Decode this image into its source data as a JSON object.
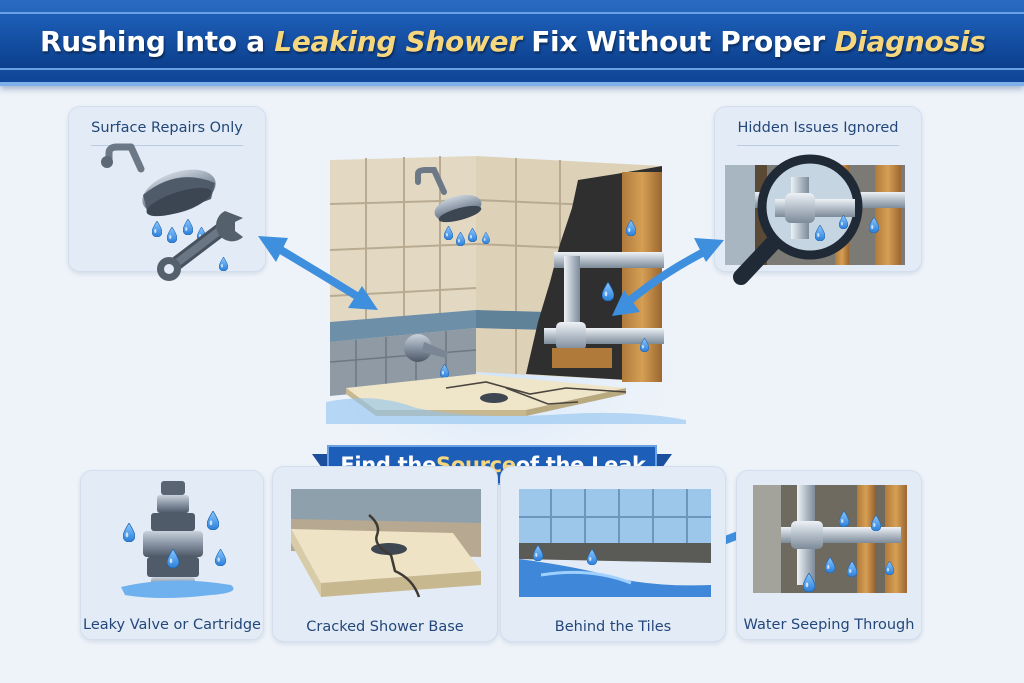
{
  "header": {
    "title_part1": "Rushing Into a ",
    "title_highlight1": "Leaking Shower",
    "title_part2": " Fix Without Proper ",
    "title_highlight2": "Diagnosis"
  },
  "cards": {
    "surface": {
      "title": "Surface Repairs Only"
    },
    "hidden": {
      "title": "Hidden Issues Ignored"
    },
    "valve": {
      "label": "Leaky Valve or Cartridge"
    },
    "base": {
      "label": "Cracked Shower Base"
    },
    "tiles": {
      "label": "Behind the Tiles"
    },
    "seeping": {
      "label": "Water Seeping Through"
    }
  },
  "ribbon": {
    "part1": "Find the ",
    "highlight": "Source",
    "part2": " of the Leak"
  },
  "icons": {
    "shower": "shower-head-icon",
    "wrench": "wrench-icon",
    "magnifier": "magnifying-glass-icon",
    "pipe": "pipe-icon",
    "valve": "valve-cartridge-icon",
    "drop": "water-drop-icon"
  },
  "colors": {
    "banner": "#1d5fb8",
    "highlight": "#f6d77e",
    "water": "#3a8ee0",
    "card_bg": "#e3ecf6",
    "label_text": "#23477a"
  }
}
